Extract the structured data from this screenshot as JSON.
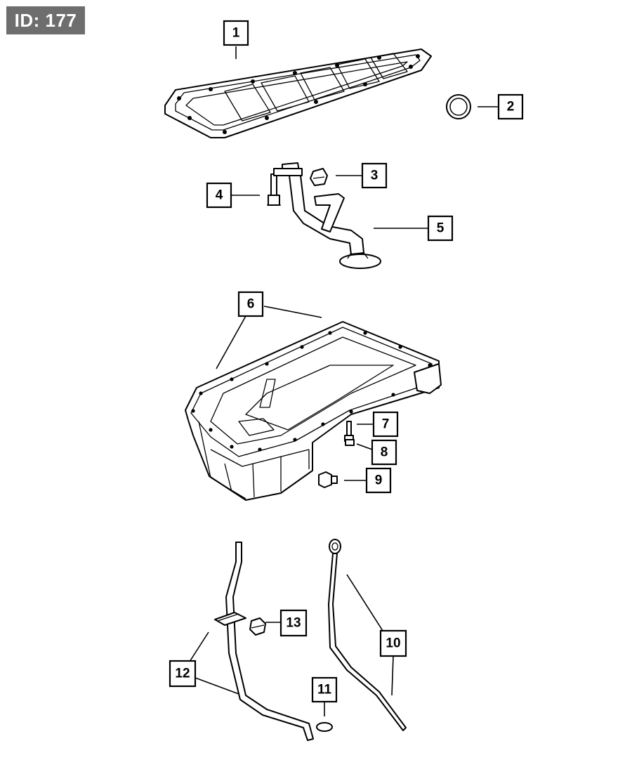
{
  "badge": {
    "text": "ID: 177"
  },
  "callouts": [
    {
      "label": "1"
    },
    {
      "label": "2"
    },
    {
      "label": "3"
    },
    {
      "label": "4"
    },
    {
      "label": "5"
    },
    {
      "label": "6"
    },
    {
      "label": "7"
    },
    {
      "label": "8"
    },
    {
      "label": "9"
    },
    {
      "label": "10"
    },
    {
      "label": "11"
    },
    {
      "label": "12"
    },
    {
      "label": "13"
    }
  ]
}
